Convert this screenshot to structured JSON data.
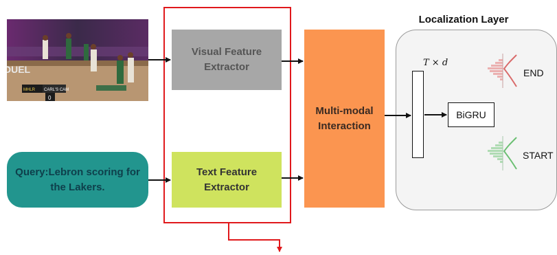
{
  "video": {
    "overlay_left": "CARL'S CAM",
    "overlay_brand": "DUEL",
    "overlay_score": "0",
    "overlay_tag": "MHLR"
  },
  "query": {
    "text": "Query:Lebron scoring for the Lakers."
  },
  "visual_extractor": {
    "label": "Visual Feature Extractor"
  },
  "text_extractor": {
    "label": "Text Feature Extractor"
  },
  "multimodal": {
    "label": "Multi-modal Interaction"
  },
  "localization": {
    "title": "Localization Layer",
    "dim_label": "T × d",
    "bigru": "BiGRU",
    "end_label": "END",
    "start_label": "START"
  },
  "colors": {
    "visual": "#a7a7a7",
    "text": "#cfe35e",
    "multimodal": "#fb9550",
    "query": "#22958e",
    "highlight": "#e0181b",
    "end_dist": "#d96a6a",
    "start_dist": "#6bbf72"
  }
}
